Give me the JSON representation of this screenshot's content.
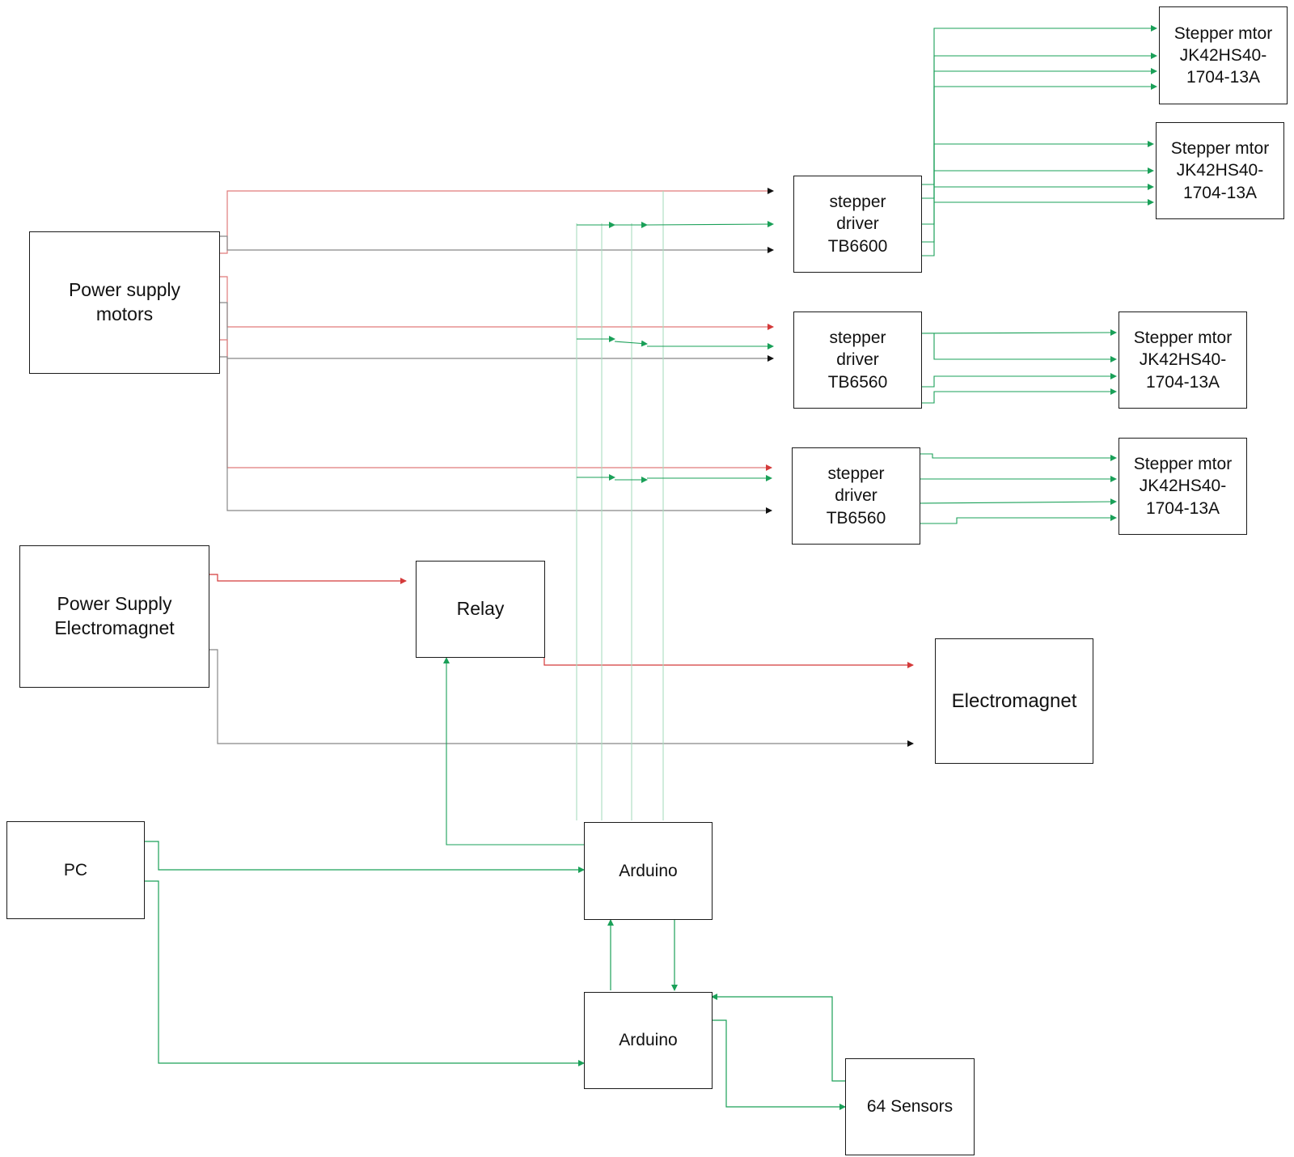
{
  "diagram": {
    "colors": {
      "power_positive": "#d43a3a",
      "power_ground": "#555555",
      "signal": "#1aa058",
      "block_border": "#1a1a1a"
    },
    "blocks": {
      "power_supply_motors": {
        "line1": "Power supply",
        "line2": "motors"
      },
      "power_supply_electromagnet": {
        "line1": "Power Supply",
        "line2": "Electromagnet"
      },
      "relay": {
        "label": "Relay"
      },
      "electromagnet": {
        "label": "Electromagnet"
      },
      "pc": {
        "label": "PC"
      },
      "arduino_main": {
        "label": "Arduino"
      },
      "arduino_sensors": {
        "label": "Arduino"
      },
      "sensors": {
        "label": "64 Sensors"
      },
      "driver_1": {
        "line1": "stepper",
        "line2": "driver",
        "line3": "TB6600"
      },
      "driver_2": {
        "line1": "stepper",
        "line2": "driver",
        "line3": "TB6560"
      },
      "driver_3": {
        "line1": "stepper",
        "line2": "driver",
        "line3": "TB6560"
      },
      "motor_1": {
        "line1": "Stepper mtor",
        "line2": "JK42HS40-",
        "line3": "1704-13A"
      },
      "motor_2": {
        "line1": "Stepper mtor",
        "line2": "JK42HS40-",
        "line3": "1704-13A"
      },
      "motor_3": {
        "line1": "Stepper mtor",
        "line2": "JK42HS40-",
        "line3": "1704-13A"
      },
      "motor_4": {
        "line1": "Stepper mtor",
        "line2": "JK42HS40-",
        "line3": "1704-13A"
      }
    }
  }
}
